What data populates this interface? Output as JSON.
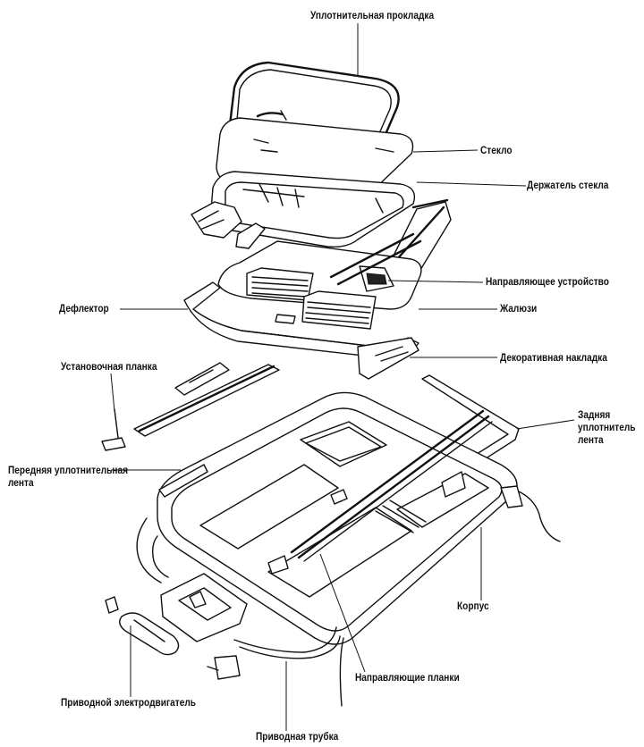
{
  "diagram": {
    "labels": {
      "seal_gasket": "Уплотнительная прокладка",
      "glass": "Стекло",
      "glass_holder": "Держатель стекла",
      "guide_device": "Направляющее устройство",
      "deflector": "Дефлектор",
      "blinds": "Жалюзи",
      "mounting_plate": "Установочная планка",
      "decorative_trim": "Декоративная накладка",
      "rear_seal_tape_line1": "Задняя",
      "rear_seal_tape_line2": "уплотнитель",
      "rear_seal_tape_line3": "лента",
      "front_seal_tape_line1": "Передняя уплотнительная",
      "front_seal_tape_line2": "лента",
      "housing": "Корпус",
      "guide_rails": "Направляющие планки",
      "drive_motor": "Приводной электродвигатель",
      "drive_tube": "Приводная трубка"
    }
  }
}
